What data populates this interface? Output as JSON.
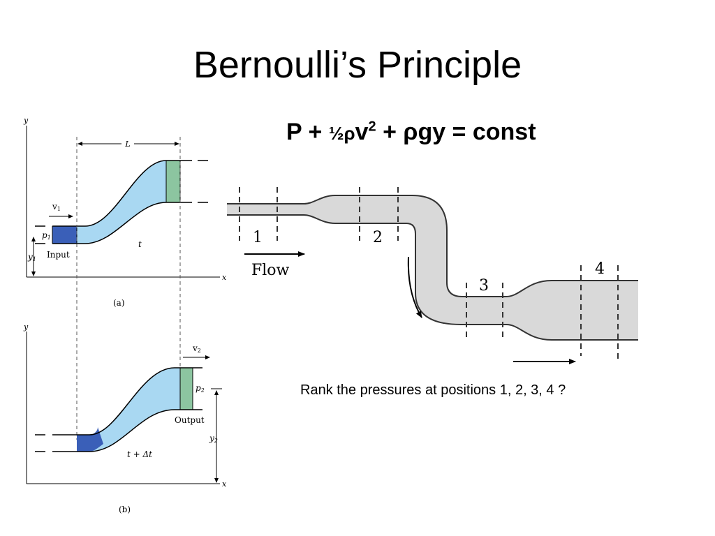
{
  "title": "Bernoulli’s Principle",
  "equation": {
    "part1": "P + ",
    "half": "½",
    "rho1": "ρ",
    "v": "v",
    "exp": "2",
    "part2": " + ",
    "rho2": "ρ",
    "rest": "gy = const"
  },
  "question": "Rank the pressures at positions 1, 2, 3, 4 ?",
  "diagram_a": {
    "y_axis": "y",
    "x_axis": "x",
    "length_label": "L",
    "velocity": "v",
    "velocity_sub": "1",
    "pressure": "p",
    "pressure_sub": "1",
    "height": "y",
    "height_sub": "1",
    "input_label": "Input",
    "time": "t",
    "caption": "(a)"
  },
  "diagram_b": {
    "y_axis": "y",
    "x_axis": "x",
    "velocity": "v",
    "velocity_sub": "2",
    "pressure": "p",
    "pressure_sub": "2",
    "height": "y",
    "height_sub": "2",
    "output_label": "Output",
    "time": "t + Δt",
    "caption": "(b)"
  },
  "pipe": {
    "positions": [
      "1",
      "2",
      "3",
      "4"
    ],
    "flow_label": "Flow"
  },
  "colors": {
    "fluid_light": "#a9d8f2",
    "fluid_input": "#3a5fb8",
    "fluid_output": "#8cc5a0",
    "pipe_fill": "#d9d9d9"
  }
}
